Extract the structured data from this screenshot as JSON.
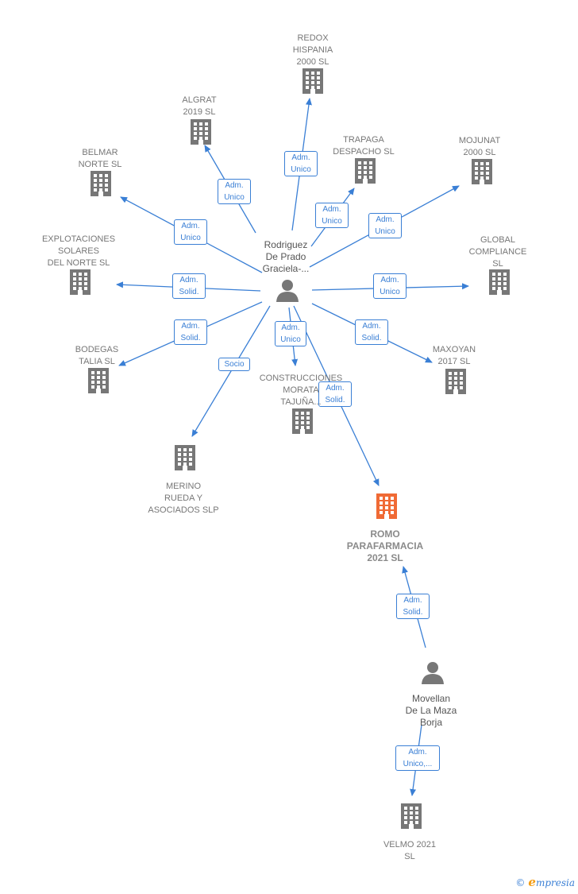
{
  "colors": {
    "edge": "#3a7fd5",
    "building": "#777777",
    "highlight_building": "#f06a35",
    "person": "#777777"
  },
  "companies": [
    {
      "id": "redox",
      "label": "REDOX\nHISPANIA\n2000 SL",
      "icon": "building-icon"
    },
    {
      "id": "algrat",
      "label": "ALGRAT\n2019  SL",
      "icon": "building-icon"
    },
    {
      "id": "trapaga",
      "label": "TRAPAGA\nDESPACHO  SL",
      "icon": "building-icon"
    },
    {
      "id": "mojunat",
      "label": "MOJUNAT\n2000  SL",
      "icon": "building-icon"
    },
    {
      "id": "belmar",
      "label": "BELMAR\nNORTE SL",
      "icon": "building-icon"
    },
    {
      "id": "explotaciones",
      "label": "EXPLOTACIONES\nSOLARES\nDEL NORTE  SL",
      "icon": "building-icon"
    },
    {
      "id": "global",
      "label": "GLOBAL\nCOMPLIANCE\nSL",
      "icon": "building-icon"
    },
    {
      "id": "bodegas",
      "label": "BODEGAS\nTALIA  SL",
      "icon": "building-icon"
    },
    {
      "id": "maxoyan",
      "label": "MAXOYAN\n2017  SL",
      "icon": "building-icon"
    },
    {
      "id": "construcciones",
      "label": "CONSTRUCCIONES\nMORATA\nTAJUÑA...",
      "icon": "building-icon"
    },
    {
      "id": "merino",
      "label": "MERINO\nRUEDA Y\nASOCIADOS SLP",
      "icon": "building-icon"
    },
    {
      "id": "romo",
      "label": "ROMO\nPARAFARMACIA\n2021  SL",
      "icon": "building-icon",
      "highlight": true
    },
    {
      "id": "velmo",
      "label": "VELMO 2021\nSL",
      "icon": "building-icon"
    }
  ],
  "persons": [
    {
      "id": "rodriguez",
      "label": "Rodriguez\nDe Prado\nGraciela-...",
      "icon": "person-icon"
    },
    {
      "id": "movellan",
      "label": "Movellan\nDe La Maza\nBorja",
      "icon": "person-icon"
    }
  ],
  "edges": [
    {
      "from": "rodriguez",
      "to": "redox",
      "label": "Adm.\nUnico"
    },
    {
      "from": "rodriguez",
      "to": "algrat",
      "label": "Adm.\nUnico"
    },
    {
      "from": "rodriguez",
      "to": "trapaga",
      "label": "Adm.\nUnico"
    },
    {
      "from": "rodriguez",
      "to": "mojunat",
      "label": "Adm.\nUnico"
    },
    {
      "from": "rodriguez",
      "to": "belmar",
      "label": "Adm.\nUnico"
    },
    {
      "from": "rodriguez",
      "to": "explotaciones",
      "label": "Adm.\nSolid."
    },
    {
      "from": "rodriguez",
      "to": "global",
      "label": "Adm.\nUnico"
    },
    {
      "from": "rodriguez",
      "to": "bodegas",
      "label": "Adm.\nSolid."
    },
    {
      "from": "rodriguez",
      "to": "maxoyan",
      "label": "Adm.\nSolid."
    },
    {
      "from": "rodriguez",
      "to": "construcciones",
      "label": "Adm.\nUnico"
    },
    {
      "from": "rodriguez",
      "to": "merino",
      "label": "Socio"
    },
    {
      "from": "rodriguez",
      "to": "romo",
      "label": "Adm.\nSolid."
    },
    {
      "from": "movellan",
      "to": "romo",
      "label": "Adm.\nSolid."
    },
    {
      "from": "movellan",
      "to": "velmo",
      "label": "Adm.\nUnico,..."
    }
  ],
  "footer": {
    "copyright_symbol": "©",
    "brand_initial": "e",
    "brand_rest": "mpresia"
  }
}
